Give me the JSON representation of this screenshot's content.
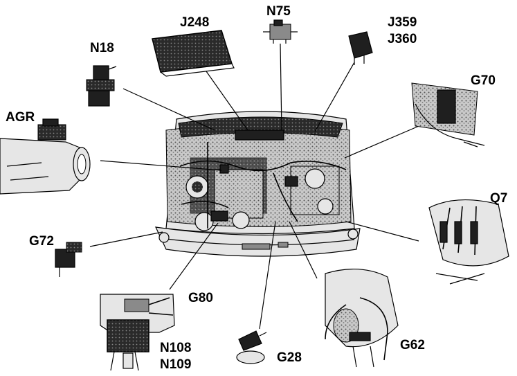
{
  "labels": {
    "j248": "J248",
    "n75": "N75",
    "j359": "J359",
    "j360": "J360",
    "n18": "N18",
    "g70": "G70",
    "agr": "AGR",
    "q7": "Q7",
    "g72": "G72",
    "g80": "G80",
    "g62": "G62",
    "g28": "G28",
    "n108": "N108",
    "n109": "N109"
  },
  "colors": {
    "ink": "#000000",
    "background": "#ffffff",
    "engine_fill": "#b8b8b8",
    "component_dark": "#1f1f1f"
  }
}
